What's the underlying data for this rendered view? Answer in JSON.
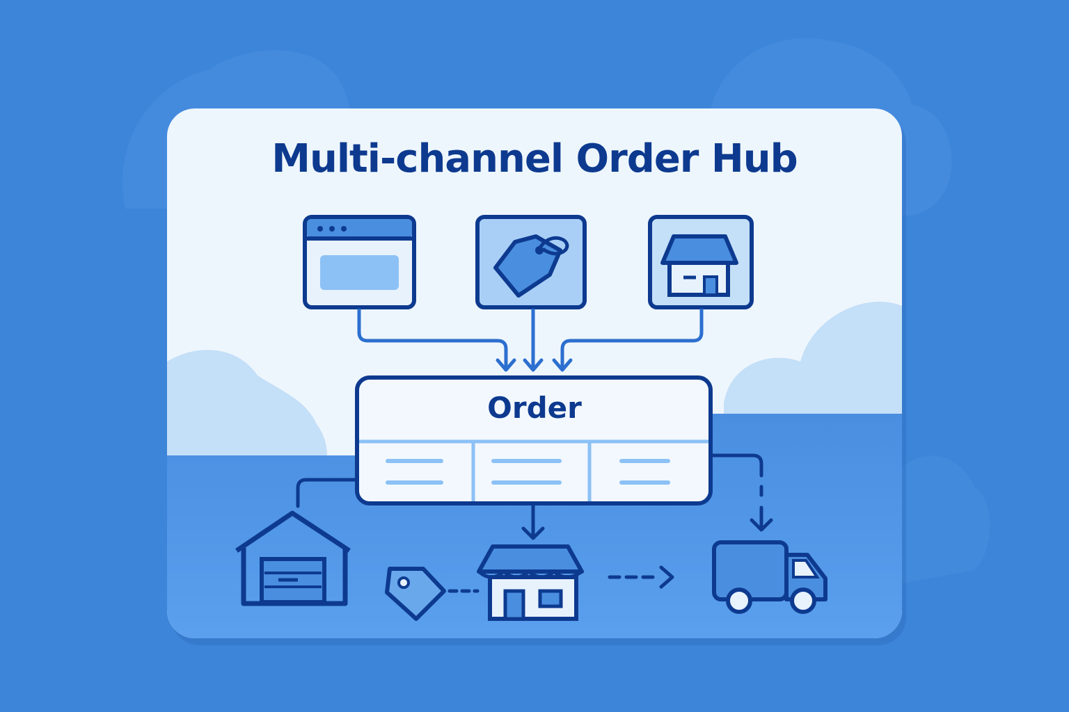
{
  "title": "Multi-channel Order Hub",
  "hub": {
    "label": "Order",
    "columns": 3
  },
  "sources": [
    {
      "icon": "browser-window-icon"
    },
    {
      "icon": "price-tag-icon"
    },
    {
      "icon": "store-front-icon"
    }
  ],
  "destinations": [
    {
      "icon": "warehouse-icon"
    },
    {
      "icon": "tag-icon"
    },
    {
      "icon": "retail-store-icon"
    },
    {
      "icon": "delivery-truck-icon"
    }
  ],
  "colors": {
    "background": "#3d85d9",
    "card_top": "#eef6fd",
    "card_bottom": "#4a90e2",
    "stroke": "#0d3a8f",
    "accent": "#2c6fcf",
    "light_fill": "#8cc1f5"
  }
}
